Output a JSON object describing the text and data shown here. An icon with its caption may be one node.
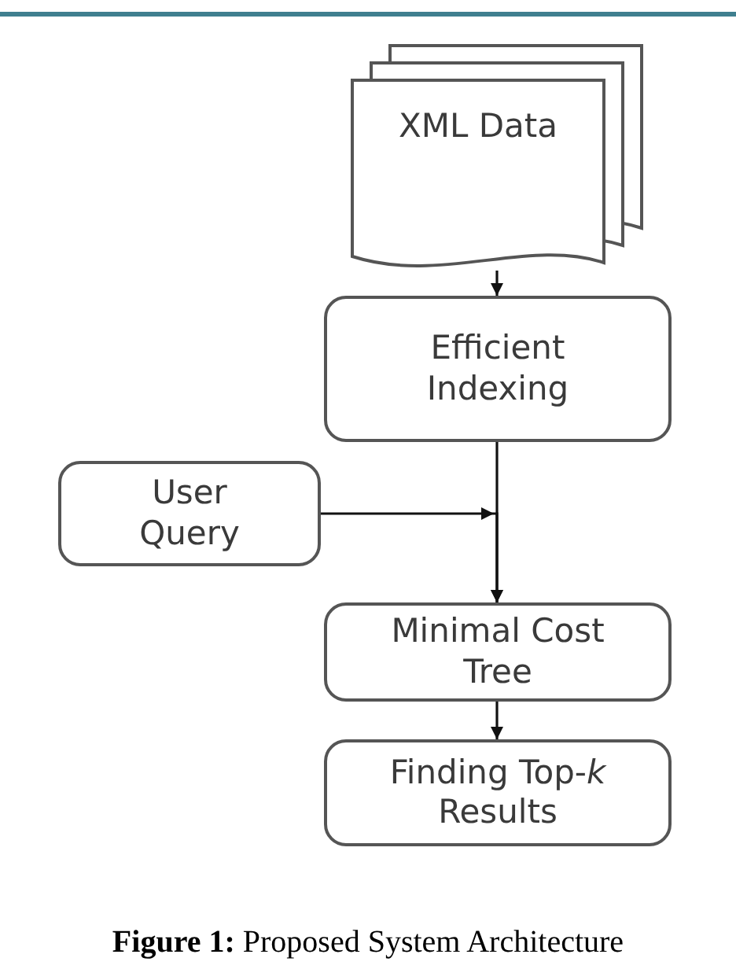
{
  "diagram": {
    "caption": "**Figure 1:** Proposed System Architecture",
    "nodes": [
      {
        "text": [
          "XML Data"
        ]
      },
      {
        "text": [
          "Efficient Indexing"
        ]
      },
      {
        "text": [
          "User Query"
        ]
      },
      {
        "text": [
          "Minimal Cost Tree"
        ]
      },
      {
        "text": [
          "Finding Top-*k* Results"
        ]
      }
    ],
    "edges": [
      {
        "from": 0,
        "to": 1,
        "arrow": "to"
      },
      {
        "from": 1,
        "to": 3,
        "arrow": "to"
      },
      {
        "from": 2,
        "to": 3,
        "arrow": "to"
      },
      {
        "from": 3,
        "to": 4,
        "arrow": "to"
      }
    ]
  }
}
